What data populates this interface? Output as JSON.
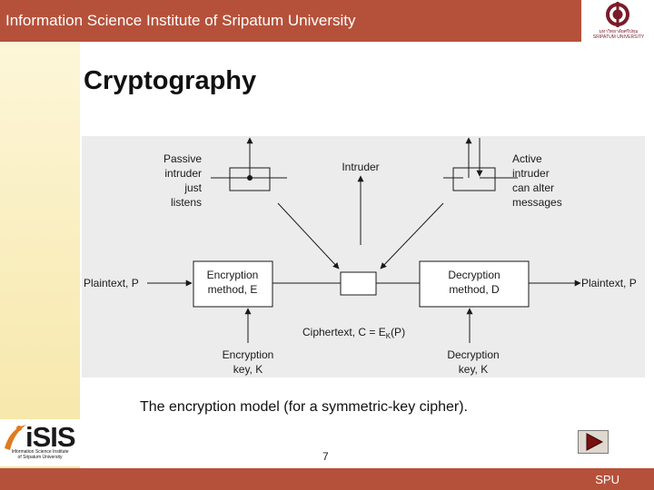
{
  "header": {
    "title": "Information Science Institute of Sripatum University"
  },
  "university_logo": {
    "thai_name": "มหาวิทยาลัยศรีปทุม",
    "english_name": "SRIPATUM UNIVERSITY"
  },
  "slide": {
    "title": "Cryptography",
    "caption": "The encryption model (for a symmetric-key cipher).",
    "page_number": "7"
  },
  "diagram": {
    "passive": [
      "Passive",
      "intruder",
      "just",
      "listens"
    ],
    "intruder": "Intruder",
    "active": [
      "Active",
      "intruder",
      "can alter",
      "messages"
    ],
    "plaintext_left": "Plaintext, P",
    "plaintext_right": "Plaintext, P",
    "encryption_method": [
      "Encryption",
      "method, E"
    ],
    "decryption_method": [
      "Decryption",
      "method, D"
    ],
    "ciphertext_prefix": "Ciphertext, C = E",
    "ciphertext_sub": "K",
    "ciphertext_suffix": "(P)",
    "encryption_key": [
      "Encryption",
      "key, K"
    ],
    "decryption_key": [
      "Decryption",
      "key, K"
    ]
  },
  "isis_logo": {
    "word": "iSIS",
    "subtitle": [
      "Information Science Institute",
      "of Sripatum University"
    ]
  },
  "footer": {
    "label": "SPU"
  },
  "colors": {
    "header_bar": "#b5513a",
    "left_band": "#f6e6a6",
    "diagram_bg": "#ececec"
  }
}
